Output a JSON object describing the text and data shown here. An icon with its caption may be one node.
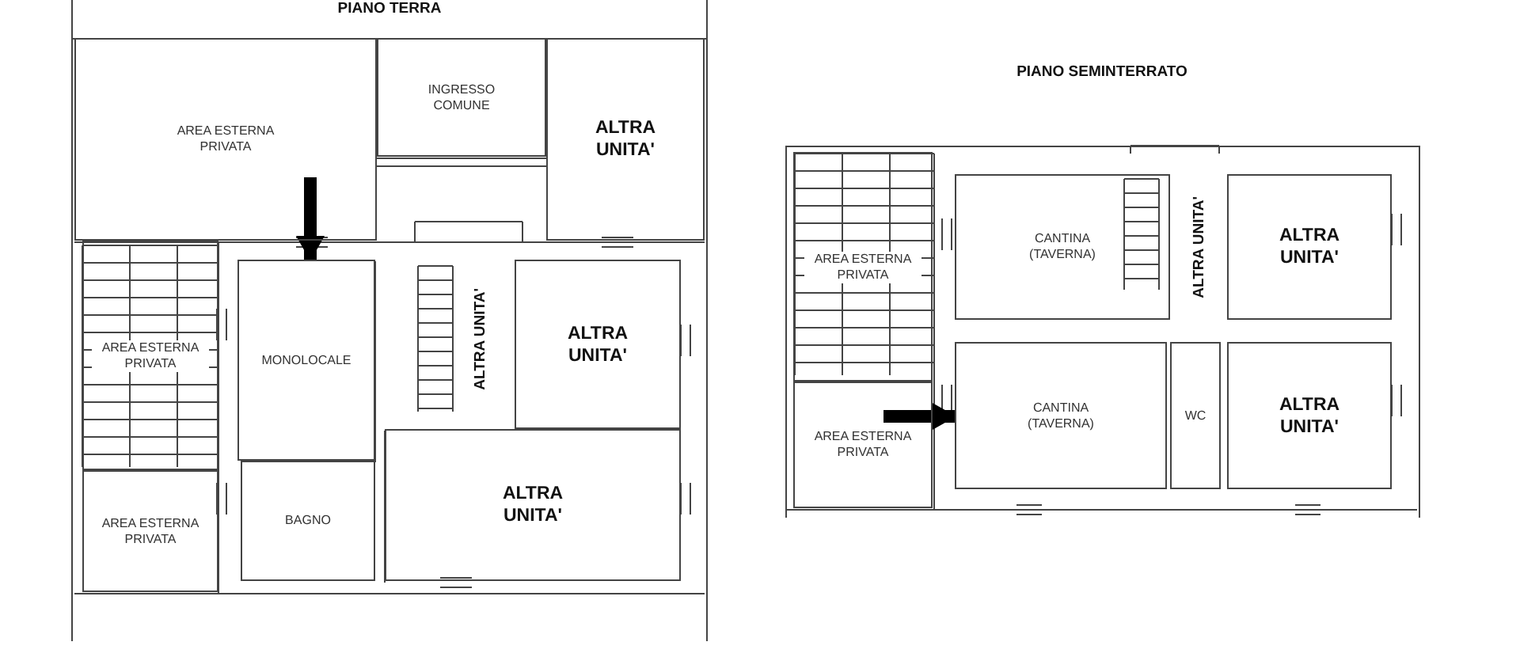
{
  "diagram": {
    "nodes": [
      {
        "text": [
          "PIANO TERRA"
        ]
      },
      {
        "text": [
          "AREA ESTERNA PRIVATA"
        ],
        "in": 0
      },
      {
        "text": [
          "INGRESSO COMUNE"
        ],
        "in": 0
      },
      {
        "text": [
          "ALTRA UNITA'"
        ],
        "in": 0
      },
      {
        "text": [
          "AREA ESTERNA PRIVATA"
        ],
        "in": 0
      },
      {
        "text": [
          "MONOLOCALE"
        ],
        "in": 0
      },
      {
        "text": [
          "ALTRA UNITA'"
        ],
        "in": 0
      },
      {
        "text": [
          "ALTRA UNITA'"
        ],
        "in": 0
      },
      {
        "text": [
          "AREA ESTERNA PRIVATA"
        ],
        "in": 0
      },
      {
        "text": [
          "BAGNO"
        ],
        "in": 0
      },
      {
        "text": [
          "ALTRA UNITA'"
        ],
        "in": 0
      },
      {
        "text": [
          "PIANO SEMINTERRATO"
        ]
      },
      {
        "text": [
          "AREA ESTERNA PRIVATA"
        ],
        "in": 11
      },
      {
        "text": [
          "CANTINA (TAVERNA)"
        ],
        "in": 11
      },
      {
        "text": [
          "ALTRA UNITA'"
        ],
        "in": 11
      },
      {
        "text": [
          "ALTRA UNITA'"
        ],
        "in": 11
      },
      {
        "text": [
          "AREA ESTERNA PRIVATA"
        ],
        "in": 11
      },
      {
        "text": [
          "CANTINA (TAVERNA)"
        ],
        "in": 11
      },
      {
        "text": [
          "WC"
        ],
        "in": 11
      },
      {
        "text": [
          "ALTRA UNITA'"
        ],
        "in": 11
      }
    ],
    "edges": [
      {
        "from": 1,
        "to": 5,
        "arrow": "to"
      },
      {
        "from": 16,
        "to": 17,
        "arrow": "to"
      }
    ]
  }
}
